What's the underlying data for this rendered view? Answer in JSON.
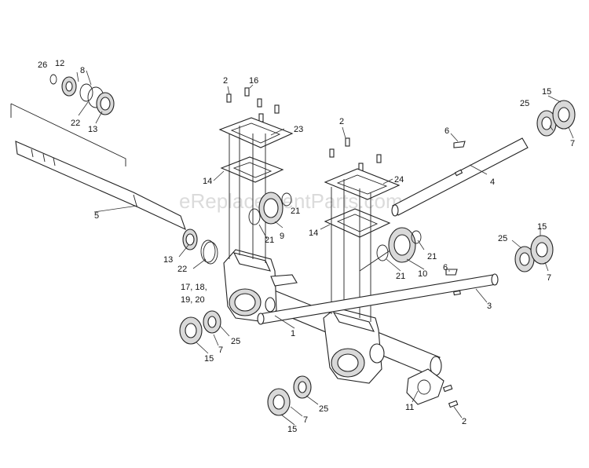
{
  "watermark": "eReplacementParts.com",
  "callouts": {
    "c26": "26",
    "c12": "12",
    "c8": "8",
    "c22a": "22",
    "c13a": "13",
    "c5": "5",
    "c13b": "13",
    "c22b": "22",
    "c17": "17, 18,",
    "c19": "19, 20",
    "c2a": "2",
    "c16": "16",
    "c23": "23",
    "c14a": "14",
    "c21a": "21",
    "c9": "9",
    "c21b": "21",
    "c2b": "2",
    "c24": "24",
    "c14b": "14",
    "c21c": "21",
    "c10": "10",
    "c21d": "21",
    "c6a": "6",
    "c4": "4",
    "c15a": "15",
    "c25a": "25",
    "c7a": "7",
    "c6b": "6",
    "c3": "3",
    "c15b": "15",
    "c25b": "25",
    "c7b": "7",
    "c1": "1",
    "c25c": "25",
    "c7c": "7",
    "c15c": "15",
    "c11": "11",
    "c2c": "2",
    "c25d": "25",
    "c7d": "7",
    "c15d": "15"
  }
}
